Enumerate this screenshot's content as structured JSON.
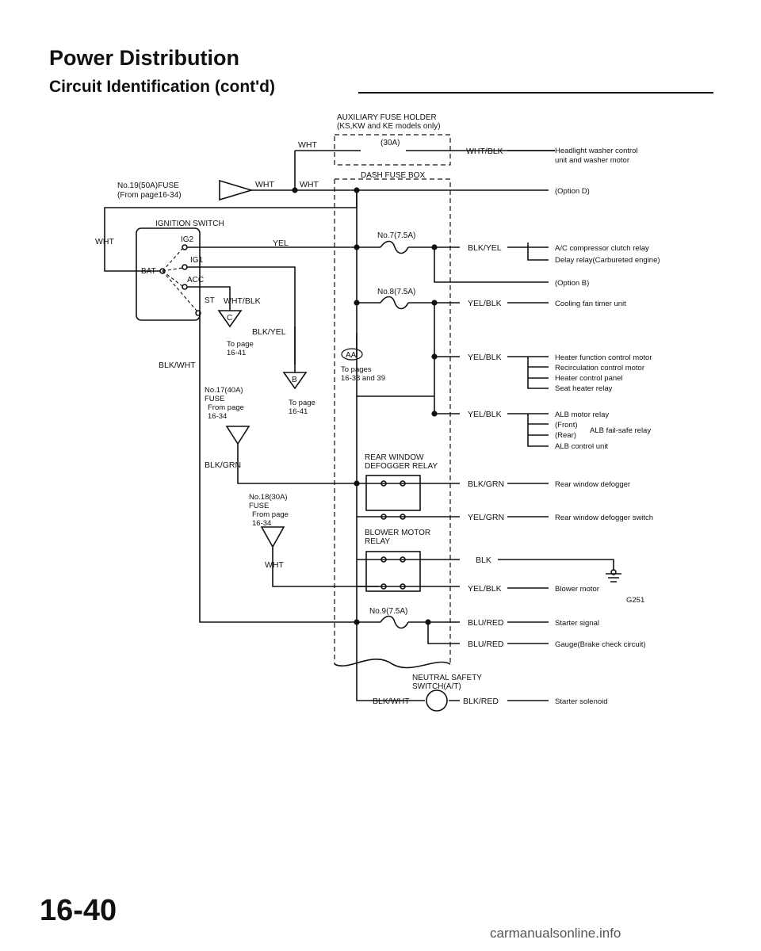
{
  "header": {
    "title": "Power Distribution",
    "subtitle": "Circuit Identification (cont'd)"
  },
  "footer": {
    "page_number": "16-40",
    "watermark": "carmanualsonline.info"
  },
  "components": {
    "aux_fuse_holder_line1": "AUXILIARY FUSE HOLDER",
    "aux_fuse_holder_line2": "(KS,KW and KE models only)",
    "aux_fuse_rating": "(30A)",
    "dash_fuse_box": "DASH FUSE BOX",
    "fuse19_line1": "No.19(50A)FUSE",
    "fuse19_line2": "(From page16-34)",
    "ignition_switch": "IGNITION SWITCH",
    "ig2": "IG2",
    "ig1": "IG1",
    "bat": "BAT",
    "acc": "ACC",
    "st": "ST",
    "fuse7": "No.7(7.5A)",
    "fuse8": "No.8(7.5A)",
    "connector_c": "C",
    "connector_b": "B",
    "connector_aa": "AA",
    "to_page_c_1": "To page",
    "to_page_c_2": "16-41",
    "to_page_b_1": "To page",
    "to_page_b_2": "16-41",
    "to_pages_aa_1": "To pages",
    "to_pages_aa_2": "16-38 and 39",
    "fuse17_1": "No.17(40A)",
    "fuse17_2": "FUSE",
    "fuse17_3": "From page",
    "fuse17_4": "16-34",
    "fuse18_1": "No.18(30A)",
    "fuse18_2": "FUSE",
    "fuse18_3": "From page",
    "fuse18_4": "16-34",
    "rear_window_relay_1": "REAR WINDOW",
    "rear_window_relay_2": "DEFOGGER RELAY",
    "blower_relay_1": "BLOWER MOTOR",
    "blower_relay_2": "RELAY",
    "fuse9": "No.9(7.5A)",
    "neutral_switch_1": "NEUTRAL SAFETY",
    "neutral_switch_2": "SWITCH(A/T)",
    "ground": "G251"
  },
  "wires": {
    "wht_top": "WHT",
    "wht_mid1": "WHT",
    "wht_mid2": "WHT",
    "wht_left": "WHT",
    "wht_blk_top": "WHT/BLK",
    "yel": "YEL",
    "wht_blk_ign": "WHT/BLK",
    "blk_yel_c": "BLK/YEL",
    "blk_wht": "BLK/WHT",
    "blk_grn": "BLK/GRN",
    "wht_bottom": "WHT",
    "blk_yel_r": "BLK/YEL",
    "yel_blk_1": "YEL/BLK",
    "yel_blk_2": "YEL/BLK",
    "yel_blk_3": "YEL/BLK",
    "blk_grn_r": "BLK/GRN",
    "yel_grn": "YEL/GRN",
    "blk": "BLK",
    "yel_blk_4": "YEL/BLK",
    "blu_red_1": "BLU/RED",
    "blu_red_2": "BLU/RED",
    "blk_wht_bottom": "BLK/WHT",
    "blk_red": "BLK/RED"
  },
  "destinations": {
    "headlight_1": "Headlight washer control",
    "headlight_2": "unit and washer motor",
    "option_d": "(Option D)",
    "ac_relay": "A/C compressor clutch relay",
    "delay_relay": "Delay relay(Carbureted engine)",
    "option_b": "(Option B)",
    "cooling_fan": "Cooling fan timer unit",
    "heater_motor": "Heater function control motor",
    "recirc_motor": "Recirculation control motor",
    "heater_panel": "Heater control panel",
    "seat_heater": "Seat heater relay",
    "alb_motor": "ALB motor relay",
    "alb_front": "(Front)",
    "alb_rear": "(Rear)",
    "alb_failsafe": "ALB fail-safe relay",
    "alb_control": "ALB control unit",
    "rear_defogger": "Rear window defogger",
    "rear_defogger_switch": "Rear window defogger switch",
    "blower_motor": "Blower motor",
    "starter_signal": "Starter signal",
    "gauge": "Gauge(Brake check circuit)",
    "starter_solenoid": "Starter solenoid"
  },
  "colors": {
    "ink": "#111111",
    "background": "#ffffff"
  }
}
